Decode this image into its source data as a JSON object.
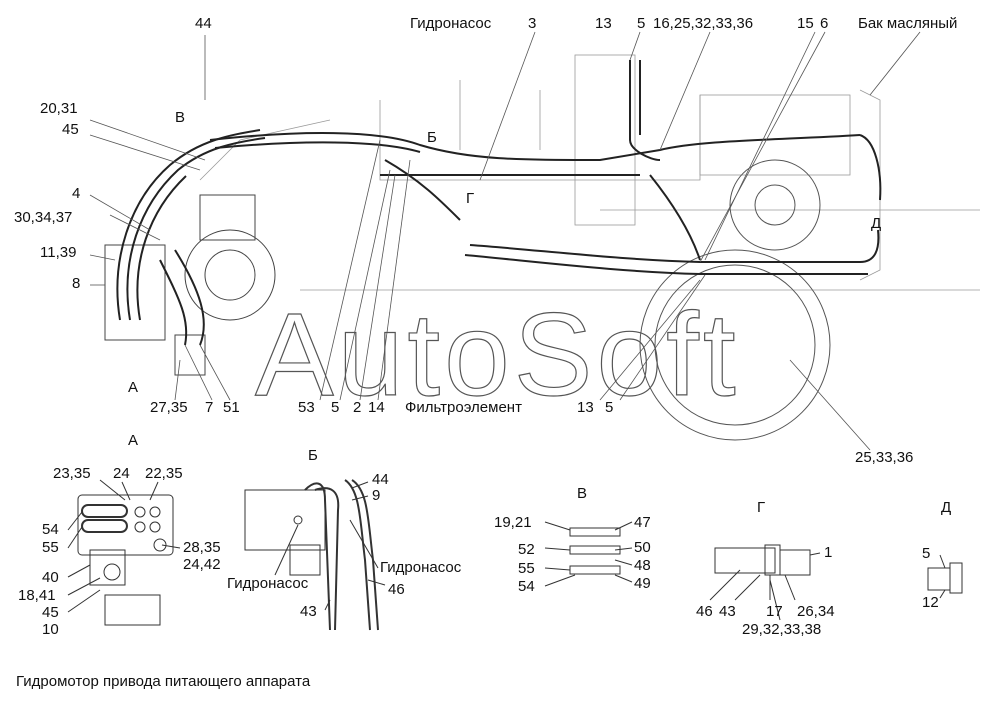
{
  "watermark": "AutoSoft",
  "caption": "Гидромотор привода питающего аппарата",
  "main_labels": {
    "l44": "44",
    "pump": "Гидронасос",
    "l3": "3",
    "l13": "13",
    "l5": "5",
    "l16": "16,25,32,33,36",
    "l15": "15",
    "l6": "6",
    "tank": "Бак масляный",
    "l2031": "20,31",
    "l45": "45",
    "lB": "В",
    "lBb": "Б",
    "lG": "Г",
    "lD": "Д",
    "l4": "4",
    "l303437": "30,34,37",
    "l1139": "11,39",
    "l8": "8",
    "lA": "А",
    "l2735": "27,35",
    "l7": "7",
    "l51": "51",
    "l53": "53",
    "l5b": "5",
    "l2": "2",
    "l14": "14",
    "filter": "Фильтроэлемент",
    "l13b": "13",
    "l5c": "5",
    "l253336": "25,33,36"
  },
  "detail_a": {
    "title": "А",
    "l2335": "23,35",
    "l24": "24",
    "l2235": "22,35",
    "l54": "54",
    "l55": "55",
    "l2835": "28,35",
    "l2442": "24,42",
    "l40": "40",
    "l1841": "18,41",
    "l45": "45",
    "l10": "10"
  },
  "detail_b": {
    "title": "Б",
    "l44": "44",
    "l9": "9",
    "pump1": "Гидронасос",
    "pump2": "Гидронасос",
    "l46": "46",
    "l43": "43"
  },
  "detail_v": {
    "title": "В",
    "l1921": "19,21",
    "l47": "47",
    "l52": "52",
    "l50": "50",
    "l55": "55",
    "l48": "48",
    "l54": "54",
    "l49": "49"
  },
  "detail_g": {
    "title": "Г",
    "l1": "1",
    "l46": "46",
    "l43": "43",
    "l17": "17",
    "l2634": "26,34",
    "l29": "29,32,33,38"
  },
  "detail_d": {
    "title": "Д",
    "l5": "5",
    "l12": "12"
  }
}
